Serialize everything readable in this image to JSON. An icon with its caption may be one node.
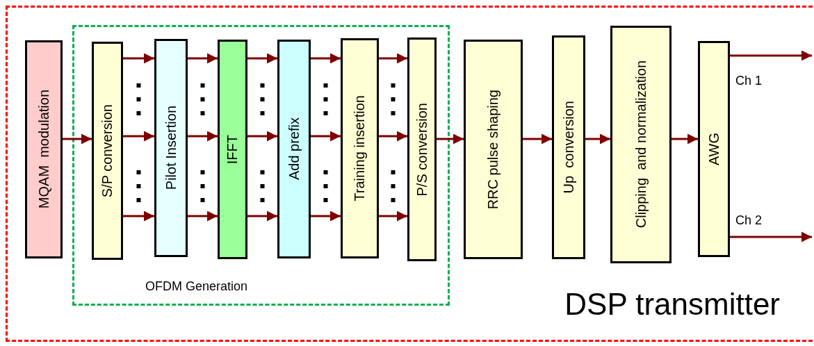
{
  "diagram": {
    "nodes": [
      {
        "text": [
          "DSP transmitter"
        ]
      },
      {
        "text": [
          "MQAM  modulation"
        ],
        "in": 0
      },
      {
        "text": [
          "OFDM Generation"
        ],
        "in": 0
      },
      {
        "text": [
          "S/P conversion"
        ],
        "in": 2
      },
      {
        "text": [
          "Pilot Insertion"
        ],
        "in": 2
      },
      {
        "text": [
          "IFFT"
        ],
        "in": 2
      },
      {
        "text": [
          "Add prefix"
        ],
        "in": 2
      },
      {
        "text": [
          "Training insertion"
        ],
        "in": 2
      },
      {
        "text": [
          "P/S conversion"
        ],
        "in": 2
      },
      {
        "text": [
          "RRC pulse shaping"
        ],
        "in": 0
      },
      {
        "text": [
          "Up  conversion"
        ],
        "in": 0
      },
      {
        "text": [
          "Clipping  and normalization"
        ],
        "in": 0
      },
      {
        "text": [
          "AWG"
        ],
        "in": 0
      }
    ],
    "edges": [
      {
        "from": 1,
        "to": 3,
        "arrow": "to"
      },
      {
        "from": 3,
        "to": 4,
        "arrow": "to"
      },
      {
        "from": 3,
        "to": 4,
        "arrow": "to"
      },
      {
        "from": 3,
        "to": 4,
        "arrow": "to"
      },
      {
        "from": 4,
        "to": 5,
        "arrow": "to"
      },
      {
        "from": 4,
        "to": 5,
        "arrow": "to"
      },
      {
        "from": 4,
        "to": 5,
        "arrow": "to"
      },
      {
        "from": 5,
        "to": 6,
        "arrow": "to"
      },
      {
        "from": 5,
        "to": 6,
        "arrow": "to"
      },
      {
        "from": 5,
        "to": 6,
        "arrow": "to"
      },
      {
        "from": 6,
        "to": 7,
        "arrow": "to"
      },
      {
        "from": 6,
        "to": 7,
        "arrow": "to"
      },
      {
        "from": 6,
        "to": 7,
        "arrow": "to"
      },
      {
        "from": 7,
        "to": 8,
        "arrow": "to"
      },
      {
        "from": 7,
        "to": 8,
        "arrow": "to"
      },
      {
        "from": 7,
        "to": 8,
        "arrow": "to"
      },
      {
        "from": 8,
        "to": 9,
        "arrow": "to"
      },
      {
        "from": 9,
        "to": 10,
        "arrow": "to"
      },
      {
        "from": 10,
        "to": 11,
        "arrow": "to"
      },
      {
        "from": 11,
        "to": 12,
        "arrow": "to"
      },
      {
        "from": 12,
        "to": null,
        "arrow": "to",
        "label": "Ch 1"
      },
      {
        "from": 12,
        "to": null,
        "arrow": "to",
        "label": "Ch 2"
      }
    ]
  }
}
